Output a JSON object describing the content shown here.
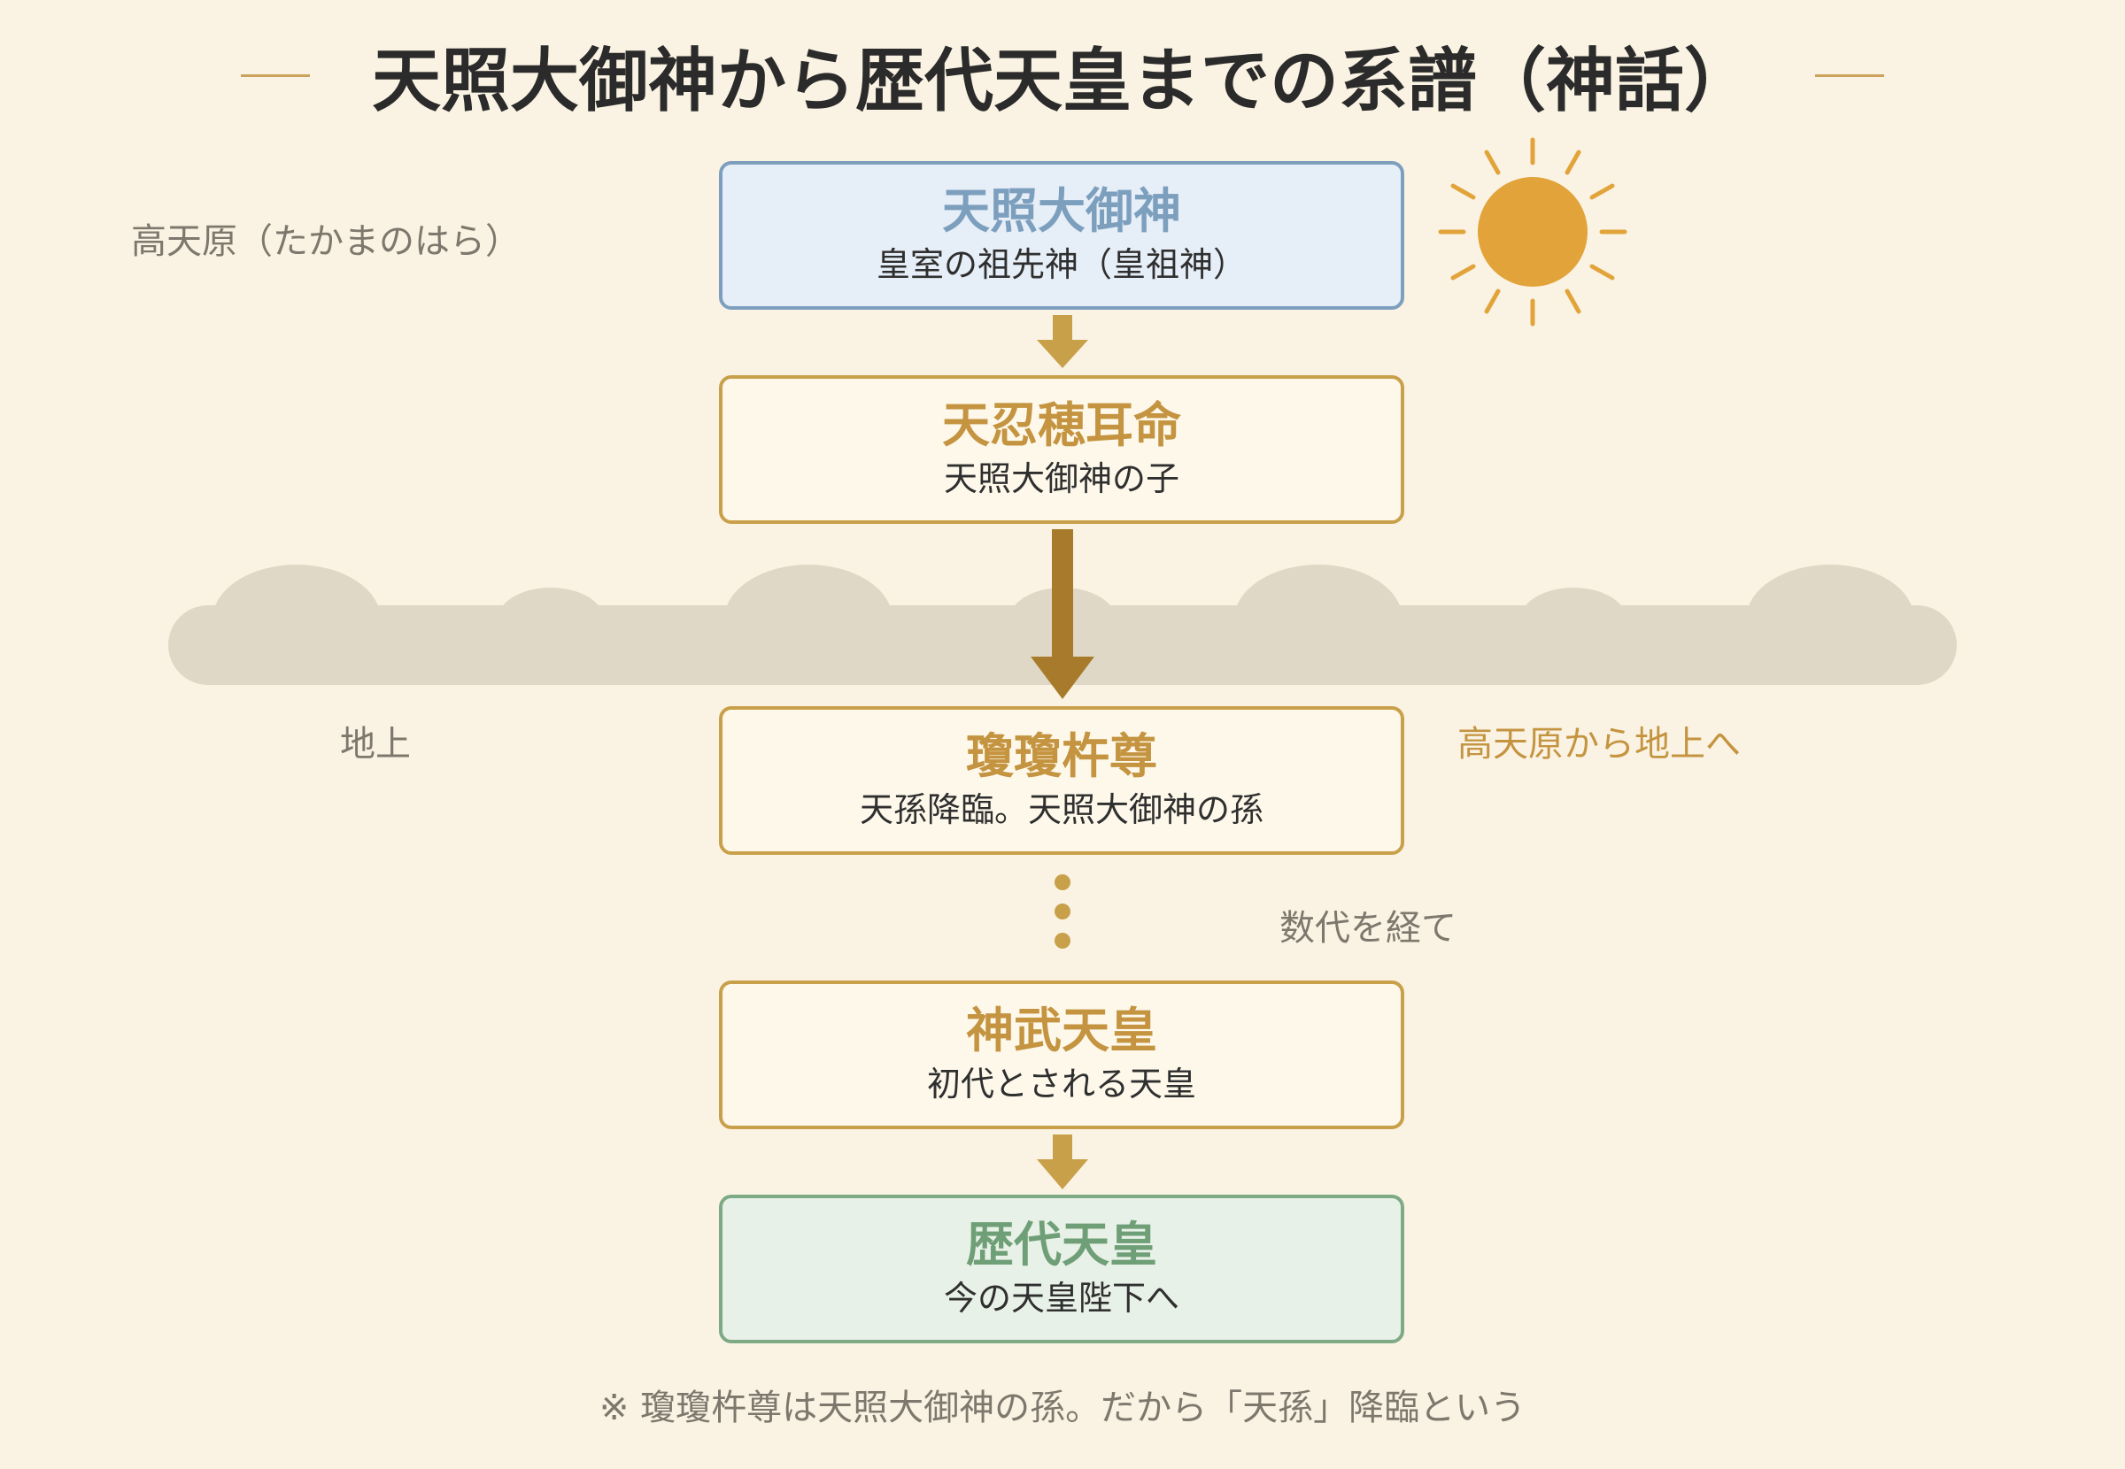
{
  "title": "天照大御神から歴代天皇までの系譜（神話）",
  "labels": {
    "takamagahara": "高天原（たかまのはら）",
    "chijou": "地上",
    "descent": "高天原から地上へ",
    "generations": "数代を経て"
  },
  "nodes": [
    {
      "name": "天照大御神",
      "desc": "皇室の祖先神（皇祖神）"
    },
    {
      "name": "天忍穂耳命",
      "desc": "天照大御神の子"
    },
    {
      "name": "瓊瓊杵尊",
      "desc": "天孫降臨。天照大御神の孫"
    },
    {
      "name": "神武天皇",
      "desc": "初代とされる天皇"
    },
    {
      "name": "歴代天皇",
      "desc": "今の天皇陛下へ"
    }
  ],
  "note": "※ 瓊瓊杵尊は天照大御神の孫。だから「天孫」降臨という",
  "colors": {
    "background": "#faf3e3",
    "gold": "#c9a04a",
    "dark_gold": "#a87b2c",
    "sky_blue": "#7d9fbe",
    "green": "#7daa84",
    "sun": "#e2a43a",
    "cloud": "#e0d8c6",
    "muted_text": "#7d776d"
  },
  "icons": [
    "sun-icon",
    "cloud-band"
  ]
}
